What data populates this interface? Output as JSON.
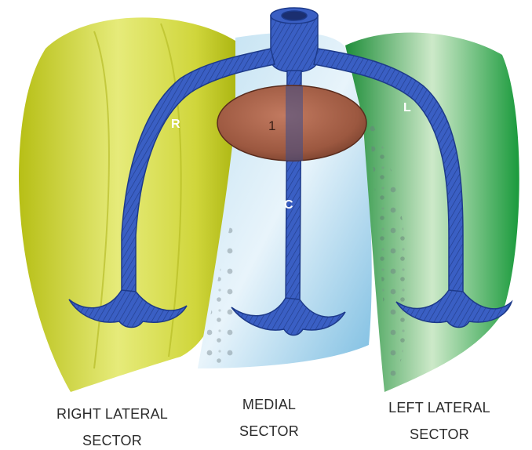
{
  "labels": {
    "right_vein": "R",
    "left_vein": "L",
    "central_vein": "C",
    "segment": "1"
  },
  "sectors": {
    "right": {
      "line1": "RIGHT LATERAL",
      "line2": "SECTOR"
    },
    "medial": {
      "line1": "MEDIAL",
      "line2": "SECTOR"
    },
    "left": {
      "line1": "LEFT LATERAL",
      "line2": "SECTOR"
    }
  },
  "colors": {
    "right_sector": "#c9d12a",
    "medial_sector": "#a9d3ea",
    "left_sector": "#2aa64a",
    "veins": "#3a5fc4",
    "caudate_lobe": "#9a5a45"
  }
}
